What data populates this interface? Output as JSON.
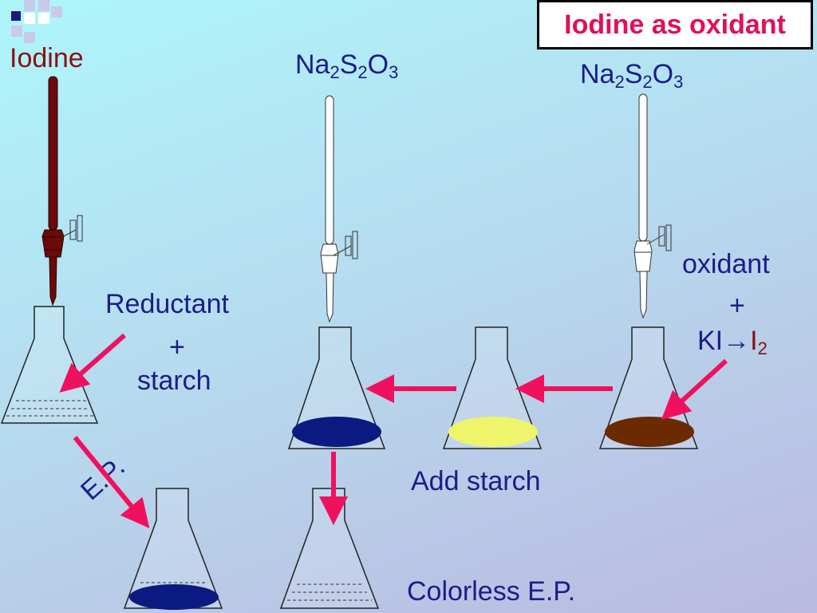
{
  "slide": {
    "title": "Iodine as oxidant",
    "iodine_label": "Iodine",
    "reagent_1": {
      "base": "Na",
      "s1": "2",
      "mid": "S",
      "s2": "2",
      "end": "O",
      "s3": "3"
    },
    "reagent_2": {
      "base": "Na",
      "s1": "2",
      "mid": "S",
      "s2": "2",
      "end": "O",
      "s3": "3"
    },
    "reductant_lines": [
      "Reductant",
      "+",
      "starch"
    ],
    "oxidant_lines": {
      "line1": "oxidant",
      "line2": "+",
      "ki": "KI",
      "arrow": "→",
      "i": "I",
      "i_sub": "2"
    },
    "add_starch": "Add starch",
    "ep_label": "E.P.",
    "colorless_ep": "Colorless E.P."
  },
  "colors": {
    "accent_arrow": "#f0115e",
    "title_text": "#e0105a",
    "iodine_burette": "#6b0a0a",
    "blue_solution": "#0a1a80",
    "yellow_solution": "#eef56a",
    "brown_solution": "#6b2a00",
    "text": "#1c1c8a"
  }
}
